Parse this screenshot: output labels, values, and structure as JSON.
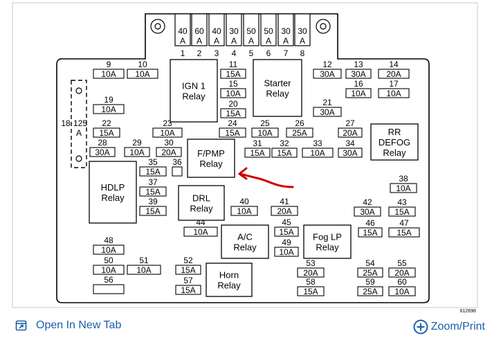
{
  "diagram": {
    "figure_id": "612696",
    "fuses_top": [
      {
        "amp": "40",
        "num": "1"
      },
      {
        "amp": "60",
        "num": "2"
      },
      {
        "amp": "40",
        "num": "3"
      },
      {
        "amp": "30",
        "num": "4"
      },
      {
        "amp": "50",
        "num": "5"
      },
      {
        "amp": "50",
        "num": "6"
      },
      {
        "amp": "30",
        "num": "7"
      },
      {
        "amp": "30",
        "num": "8"
      }
    ],
    "fuse_unit": "A",
    "fuses": [
      {
        "num": "9",
        "amp": "10A"
      },
      {
        "num": "10",
        "amp": "10A"
      },
      {
        "num": "11",
        "amp": "15A"
      },
      {
        "num": "15",
        "amp": "10A"
      },
      {
        "num": "20",
        "amp": "15A"
      },
      {
        "num": "12",
        "amp": "30A"
      },
      {
        "num": "13",
        "amp": "30A"
      },
      {
        "num": "14",
        "amp": "20A"
      },
      {
        "num": "16",
        "amp": "10A"
      },
      {
        "num": "17",
        "amp": "10A"
      },
      {
        "num": "19",
        "amp": "10A"
      },
      {
        "num": "21",
        "amp": "30A"
      },
      {
        "num": "22",
        "amp": "15A"
      },
      {
        "num": "23",
        "amp": "10A"
      },
      {
        "num": "24",
        "amp": "15A"
      },
      {
        "num": "25",
        "amp": "10A"
      },
      {
        "num": "26",
        "amp": "25A"
      },
      {
        "num": "27",
        "amp": "20A"
      },
      {
        "num": "28",
        "amp": "30A"
      },
      {
        "num": "29",
        "amp": "10A"
      },
      {
        "num": "30",
        "amp": "20A"
      },
      {
        "num": "31",
        "amp": "15A"
      },
      {
        "num": "32",
        "amp": "15A"
      },
      {
        "num": "33",
        "amp": "10A"
      },
      {
        "num": "34",
        "amp": "30A"
      },
      {
        "num": "35",
        "amp": "15A"
      },
      {
        "num": "36",
        "amp": ""
      },
      {
        "num": "37",
        "amp": "15A"
      },
      {
        "num": "39",
        "amp": "15A"
      },
      {
        "num": "38",
        "amp": "10A"
      },
      {
        "num": "40",
        "amp": "10A"
      },
      {
        "num": "41",
        "amp": "20A"
      },
      {
        "num": "42",
        "amp": "30A"
      },
      {
        "num": "43",
        "amp": "15A"
      },
      {
        "num": "44",
        "amp": "10A"
      },
      {
        "num": "45",
        "amp": "15A"
      },
      {
        "num": "49",
        "amp": "10A"
      },
      {
        "num": "46",
        "amp": "15A"
      },
      {
        "num": "47",
        "amp": "15A"
      },
      {
        "num": "48",
        "amp": "10A"
      },
      {
        "num": "50",
        "amp": "10A"
      },
      {
        "num": "51",
        "amp": "10A"
      },
      {
        "num": "56",
        "amp": ""
      },
      {
        "num": "52",
        "amp": "15A"
      },
      {
        "num": "57",
        "amp": "15A"
      },
      {
        "num": "53",
        "amp": "20A"
      },
      {
        "num": "58",
        "amp": "15A"
      },
      {
        "num": "54",
        "amp": "25A"
      },
      {
        "num": "59",
        "amp": "25A"
      },
      {
        "num": "55",
        "amp": "20A"
      },
      {
        "num": "60",
        "amp": "10A"
      }
    ],
    "relays": [
      [
        "IGN 1",
        "Relay"
      ],
      [
        "Starter",
        "Relay"
      ],
      [
        "RR",
        "DEFOG",
        "Relay"
      ],
      [
        "F/PMP",
        "Relay"
      ],
      [
        "HDLP",
        "Relay"
      ],
      [
        "DRL",
        "Relay"
      ],
      [
        "A/C",
        "Relay"
      ],
      [
        "Fog LP",
        "Relay"
      ],
      [
        "Horn",
        "Relay"
      ]
    ],
    "side_connector": {
      "num_a": "18",
      "num_b": "125",
      "unit": "A"
    }
  },
  "toolbar": {
    "open_tab_label": "Open In New Tab",
    "zoom_label": "Zoom/Print"
  },
  "colors": {
    "accent": "#1a5ea8",
    "annotation_arrow": "#cc0000",
    "toolbar_border": "#dddddd"
  }
}
